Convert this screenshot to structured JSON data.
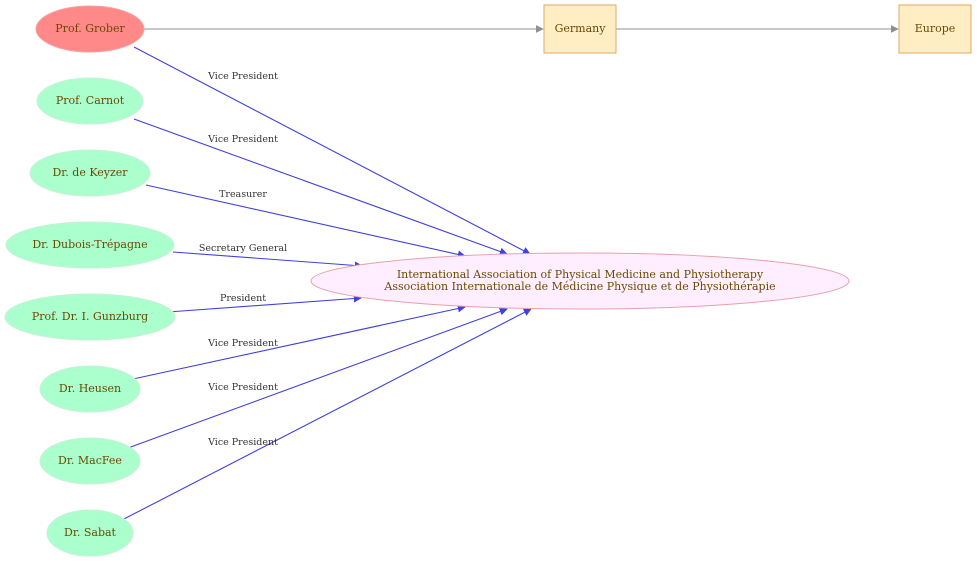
{
  "colors": {
    "person_fill": "#aaffcc",
    "highlight_fill": "#ff8888",
    "org_fill": "#ffeeff",
    "org_stroke": "#e8a0a8",
    "place_fill": "#ffeec4",
    "place_stroke": "#e0a860",
    "edge_blue": "#4040e0",
    "edge_gray": "#909090"
  },
  "nodes": {
    "grober": "Prof. Grober",
    "carnot": "Prof. Carnot",
    "dekeyzer": "Dr. de Keyzer",
    "dubois": "Dr. Dubois-Trépagne",
    "gunzburg": "Prof. Dr. I. Gunzburg",
    "heusen": "Dr. Heusen",
    "macfee": "Dr. MacFee",
    "sabat": "Dr. Sabat",
    "germany": "Germany",
    "europe": "Europe",
    "org_line1": "International Association of Physical Medicine and Physiotherapy",
    "org_line2": "Association Internationale de Médicine Physique et de Physiothérapie"
  },
  "edges": {
    "grober": "Vice President",
    "carnot": "Vice President",
    "dekeyzer": "Treasurer",
    "dubois": "Secretary General",
    "gunzburg": "President",
    "heusen": "Vice President",
    "macfee": "Vice President",
    "sabat": "Vice President"
  }
}
